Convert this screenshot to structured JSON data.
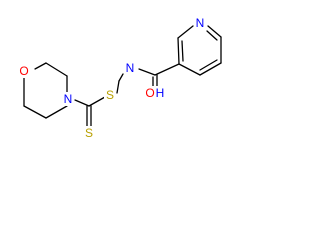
{
  "molecule": {
    "atoms": {
      "morpholine_o": {
        "symbol": "O",
        "color": "#ff0000"
      },
      "morpholine_n": {
        "symbol": "N",
        "color": "#0000ff"
      },
      "thione_s": {
        "symbol": "S",
        "color": "#b8a000"
      },
      "thioester_s": {
        "symbol": "S",
        "color": "#b8a000"
      },
      "amide_n": {
        "symbol": "N",
        "color": "#0000ff"
      },
      "amide_h": {
        "symbol": "H",
        "color": "#0000ff"
      },
      "carbonyl_o": {
        "symbol": "O",
        "color": "#ff0000"
      },
      "pyridine_n": {
        "symbol": "N",
        "color": "#0000ff"
      }
    },
    "bond_color": "#000000"
  }
}
